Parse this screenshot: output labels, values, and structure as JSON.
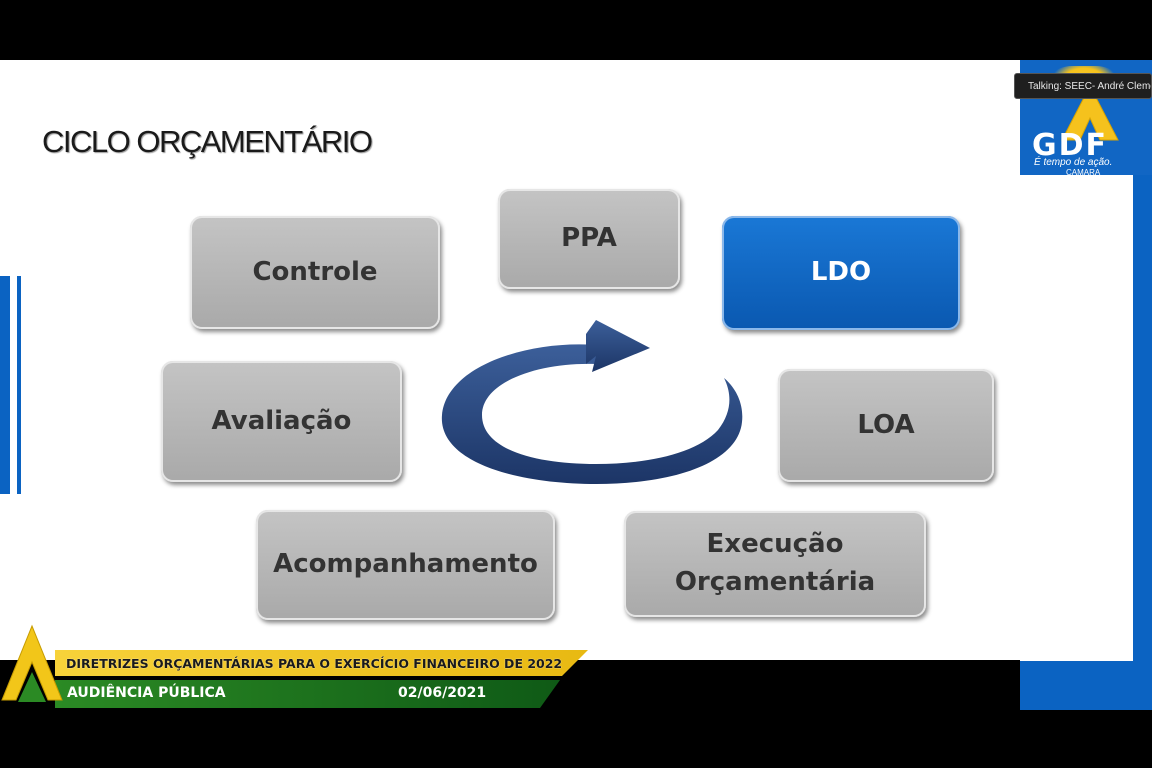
{
  "slide": {
    "title": "CICLO ORÇAMENTÁRIO",
    "boxes": {
      "controle": "Controle",
      "ppa": "PPA",
      "ldo": "LDO",
      "avaliacao": "Avaliação",
      "loa": "LOA",
      "acompanhamento": "Acompanhamento",
      "execucao": "Execução\nOrçamentária"
    },
    "active_box": "LDO"
  },
  "logo": {
    "name": "GDF",
    "slogan": "É tempo de ação.",
    "sub": "CAMARA"
  },
  "meeting": {
    "talking_label": "Talking: SEEC- André Clemente"
  },
  "banner": {
    "headline": "DIRETRIZES ORÇAMENTÁRIAS PARA O EXERCÍCIO FINANCEIRO DE 2022",
    "subtitle": "AUDIÊNCIA PÚBLICA",
    "date": "02/06/2021"
  },
  "colors": {
    "accent_blue": "#0b63c2",
    "box_gray": "#b8b8b8",
    "banner_yellow": "#f2c619",
    "banner_green": "#1e7a1e"
  }
}
